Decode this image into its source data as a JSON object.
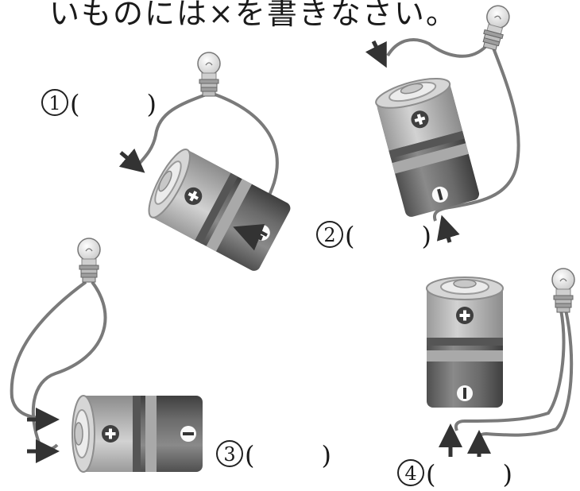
{
  "heading": "いものには×を書きなさい。",
  "items": [
    {
      "number": "1",
      "open": "(",
      "close": ")"
    },
    {
      "number": "2",
      "open": "(",
      "close": ")"
    },
    {
      "number": "3",
      "open": "(",
      "close": ")"
    },
    {
      "number": "4",
      "open": "(",
      "close": ")"
    }
  ],
  "colors": {
    "battery_body": "#6b6b6b",
    "battery_band": "#b9b9b9",
    "battery_top": "#dcdcdc",
    "wire": "#7a7a7a",
    "arrow": "#333333"
  }
}
